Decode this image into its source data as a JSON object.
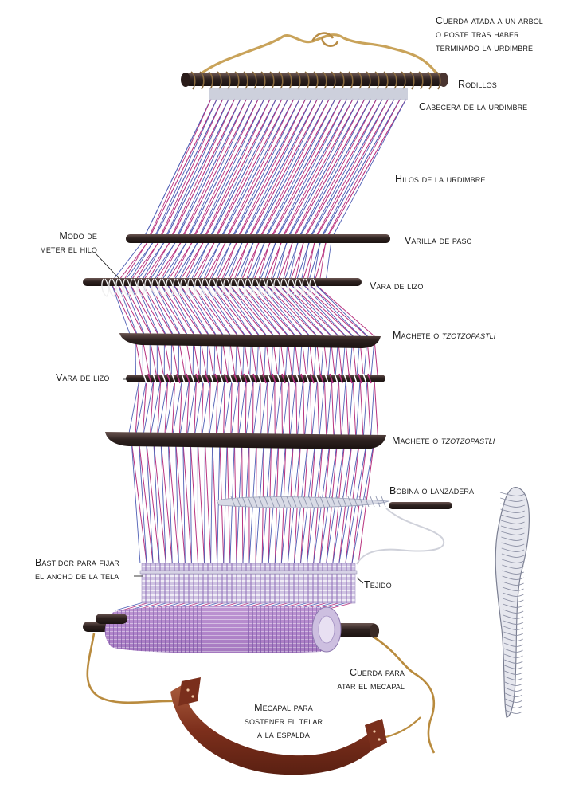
{
  "labels": {
    "cuerda_arbol": [
      "Cuerda atada a un árbol",
      "o poste tras haber",
      "terminado la urdimbre"
    ],
    "rodillos": "Rodillos",
    "cabecera": "Cabecera de la urdimbre",
    "hilos_urdimbre": "Hilos de la urdimbre",
    "varilla_paso": "Varilla de paso",
    "modo_meter": [
      "Modo de",
      "meter el hilo"
    ],
    "vara_lizo_1": "Vara de lizo",
    "machete_1": {
      "prefix": "Machete o ",
      "term": "tzotzopastli"
    },
    "vara_lizo_2": "Vara de lizo",
    "machete_2": {
      "prefix": "Machete o ",
      "term": "tzotzopastli"
    },
    "bobina": "Bobina o lanzadera",
    "bastidor": [
      "Bastidor para fijar",
      "el ancho de la tela"
    ],
    "tejido": "Tejido",
    "cuerda_mecapal": [
      "Cuerda para",
      "atar el mecapal"
    ],
    "mecapal": [
      "Mecapal para",
      "sostener el telar",
      "a la espalda"
    ]
  },
  "colors": {
    "warp_magenta": "#b8337f",
    "warp_blue": "#4f5fb5",
    "wood_dark": "#3a2a26",
    "rope": "#c9a35a",
    "strap": "#8b3a25"
  }
}
